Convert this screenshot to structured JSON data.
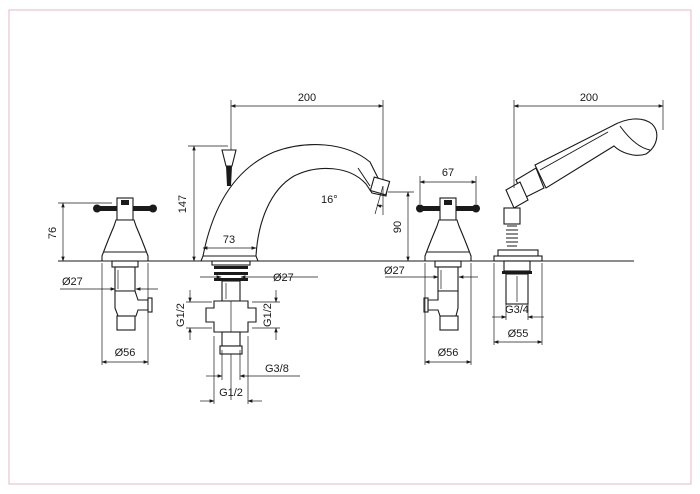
{
  "dimensions": {
    "spout_reach": "200",
    "shower_reach": "200",
    "spout_height": "147",
    "spout_angle": "16°",
    "spout_outlet": "90",
    "spout_base": "73",
    "valve_height": "76",
    "handle_span": "67",
    "left_pipe_dia": "Ø27",
    "spout_pipe_dia": "Ø27",
    "right_pipe_dia": "Ø27",
    "left_base_dia": "Ø56",
    "right_base_dia": "Ø56",
    "shower_base_dia": "Ø55",
    "shower_thread": "G3/4",
    "side_thread_left": "G1/2",
    "side_thread_right": "G1/2",
    "bottom_thread": "G1/2",
    "outlet_thread": "G3/8"
  },
  "colors": {
    "line": "#1a1a1a",
    "frame": "#e8b6c8"
  }
}
